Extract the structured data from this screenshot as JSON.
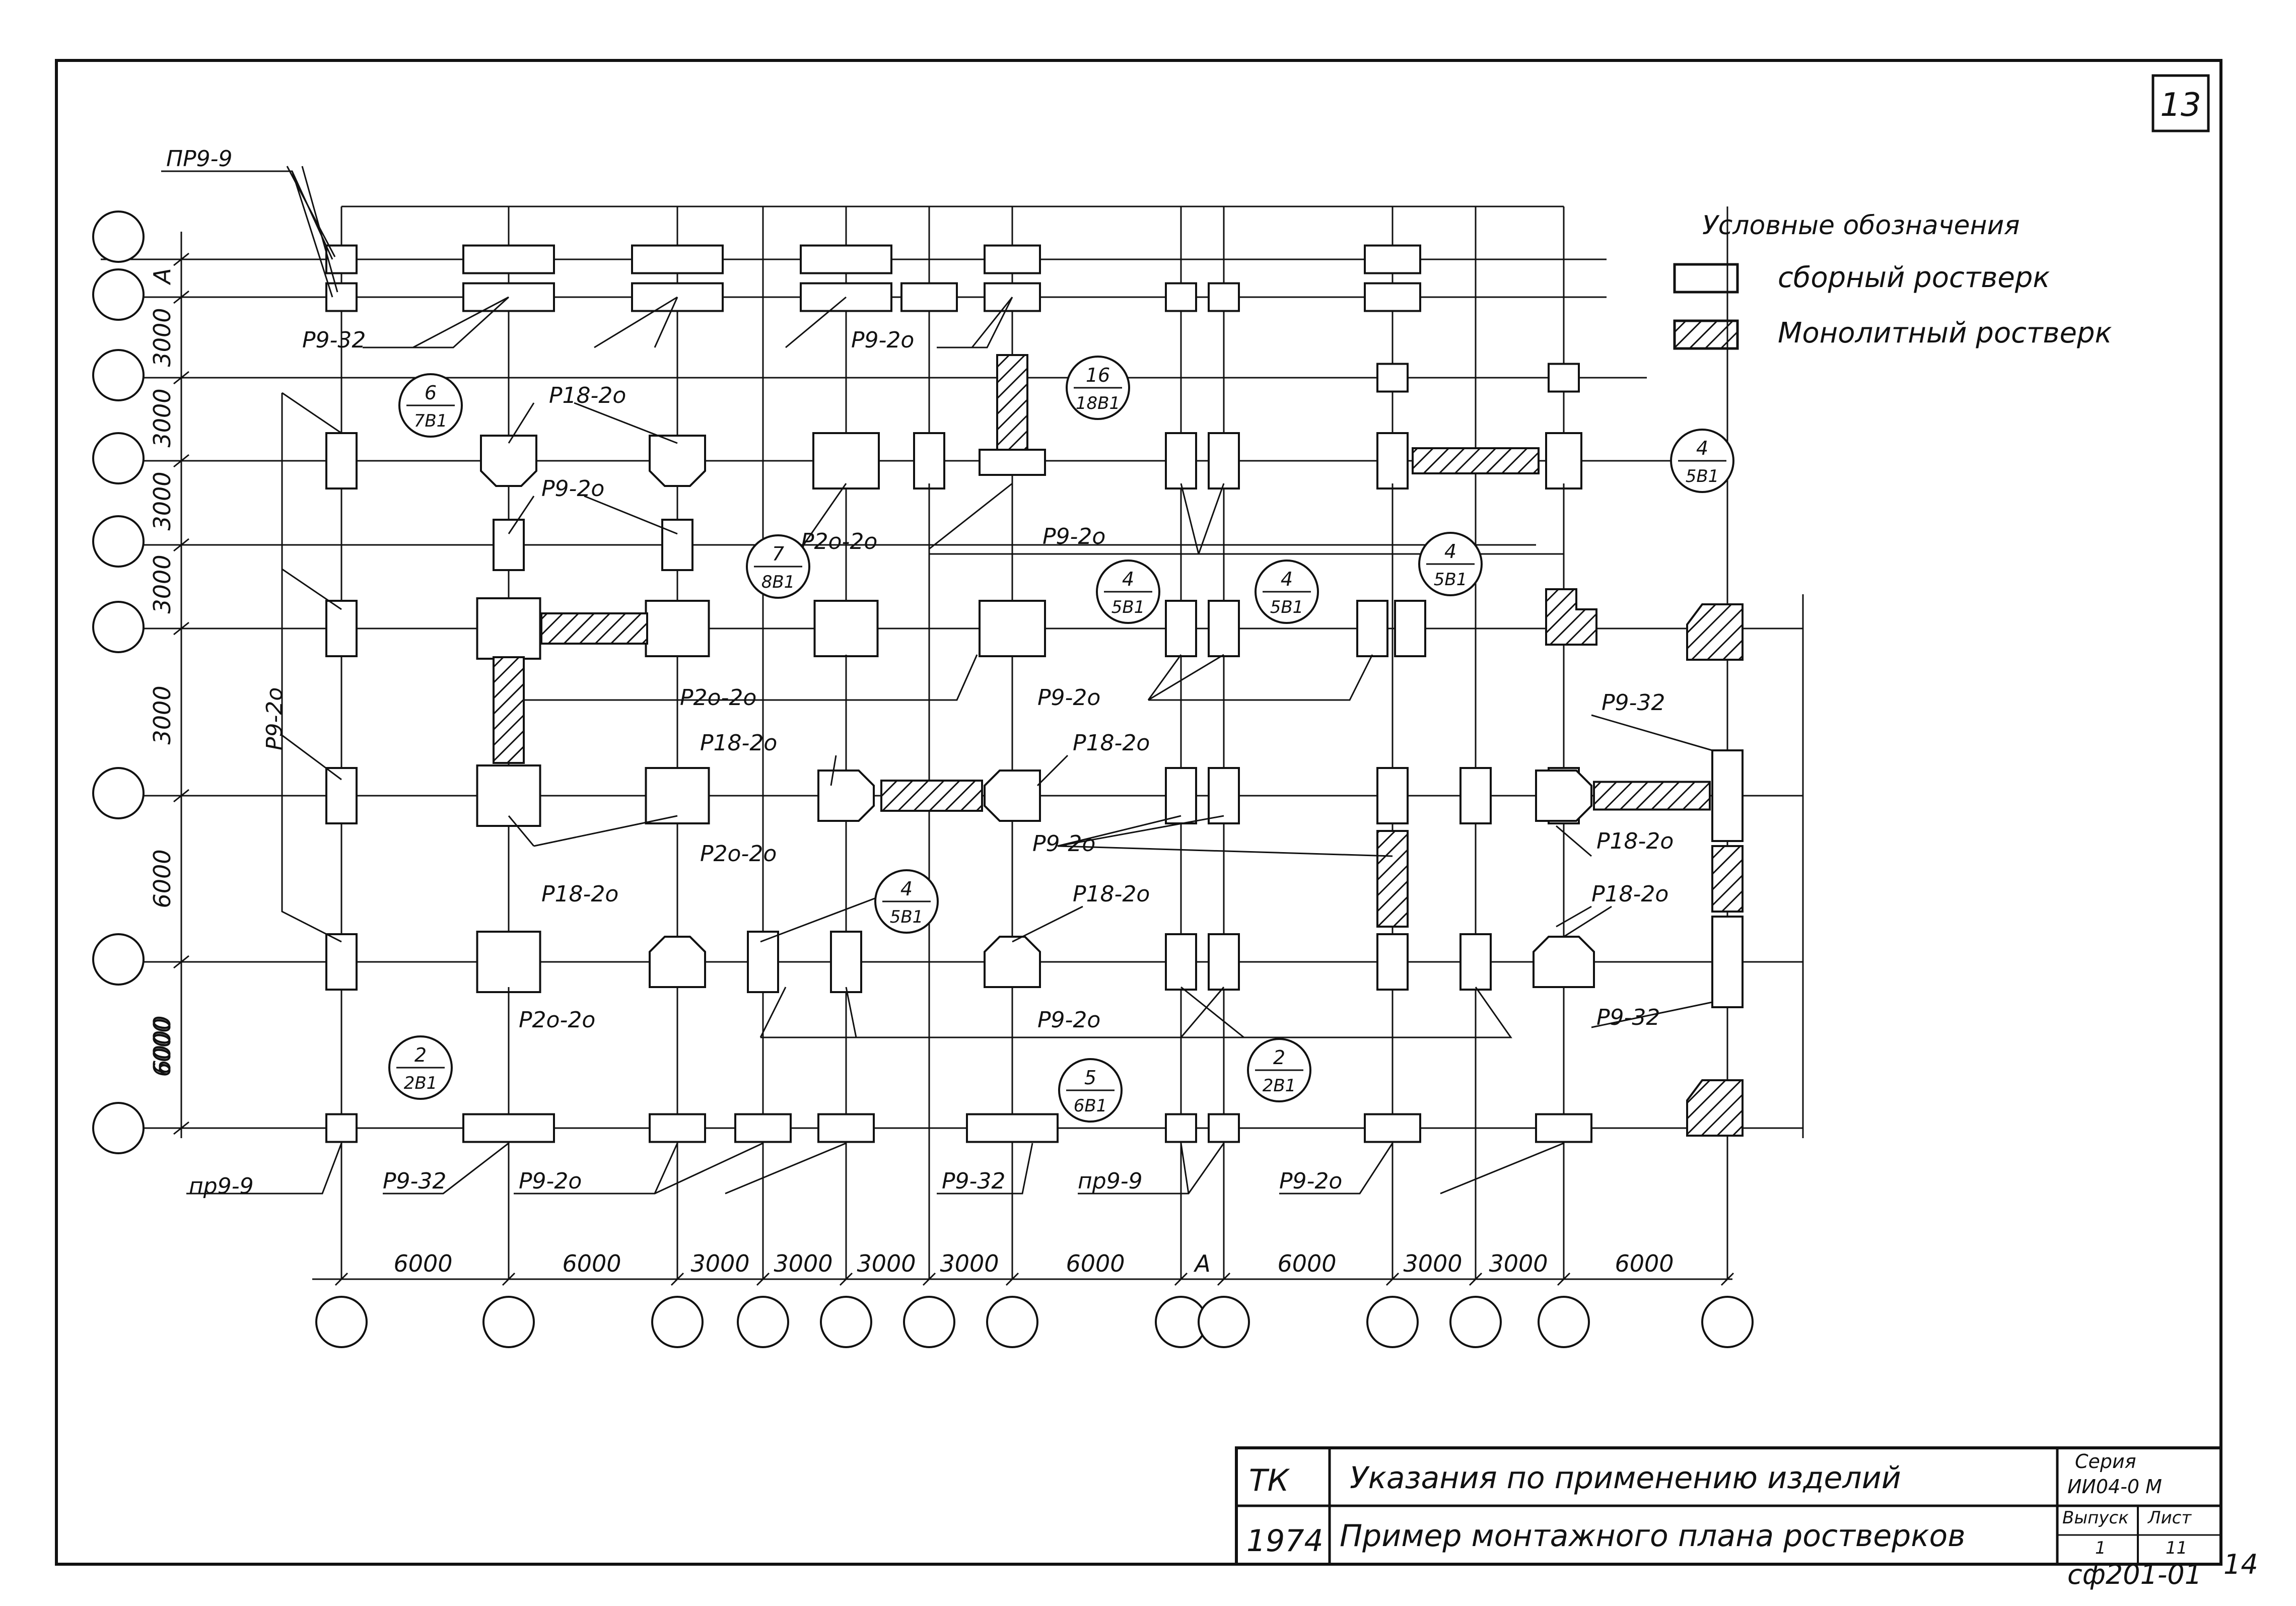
{
  "sheet_number": "13",
  "legend": {
    "title": "Условные обозначения",
    "precast": "сборный ростверк",
    "monolithic": "Монолитный ростверк"
  },
  "labels": {
    "pr9_9": "ПР9-9",
    "p9_32": "Р9-32",
    "p9_20": "Р9-2о",
    "p18_20": "Р18-2о",
    "p20_20": "Р2о-2о",
    "pr9_9_lower": "пр9-9"
  },
  "callouts": [
    {
      "num": "6",
      "den": "7В1"
    },
    {
      "num": "16",
      "den": "18В1"
    },
    {
      "num": "4",
      "den": "5В1"
    },
    {
      "num": "7",
      "den": "8В1"
    },
    {
      "num": "4",
      "den": "5В1"
    },
    {
      "num": "4",
      "den": "5В1"
    },
    {
      "num": "4",
      "den": "5В1"
    },
    {
      "num": "4",
      "den": "5В1"
    },
    {
      "num": "2",
      "den": "2В1"
    },
    {
      "num": "5",
      "den": "6В1"
    },
    {
      "num": "2",
      "den": "2В1"
    }
  ],
  "dims_left": [
    "А",
    "3000",
    "3000",
    "3000",
    "3000",
    "3000",
    "6000",
    "6000",
    "6000"
  ],
  "dims_bottom": [
    "6000",
    "6000",
    "3000",
    "3000",
    "3000",
    "3000",
    "6000",
    "А",
    "6000",
    "3000",
    "3000",
    "6000"
  ],
  "title_block": {
    "tk": "ТК",
    "year": "1974",
    "title": "Указания по применению изделий",
    "subtitle": "Пример монтажного плана ростверков",
    "series_label": "Серия",
    "series": "ИИ04-0 М",
    "issue_label": "Выпуск",
    "issue": "1",
    "sheet_label": "Лист",
    "sheet": "11"
  },
  "footer_code": "сф201-01",
  "footer_num": "14"
}
